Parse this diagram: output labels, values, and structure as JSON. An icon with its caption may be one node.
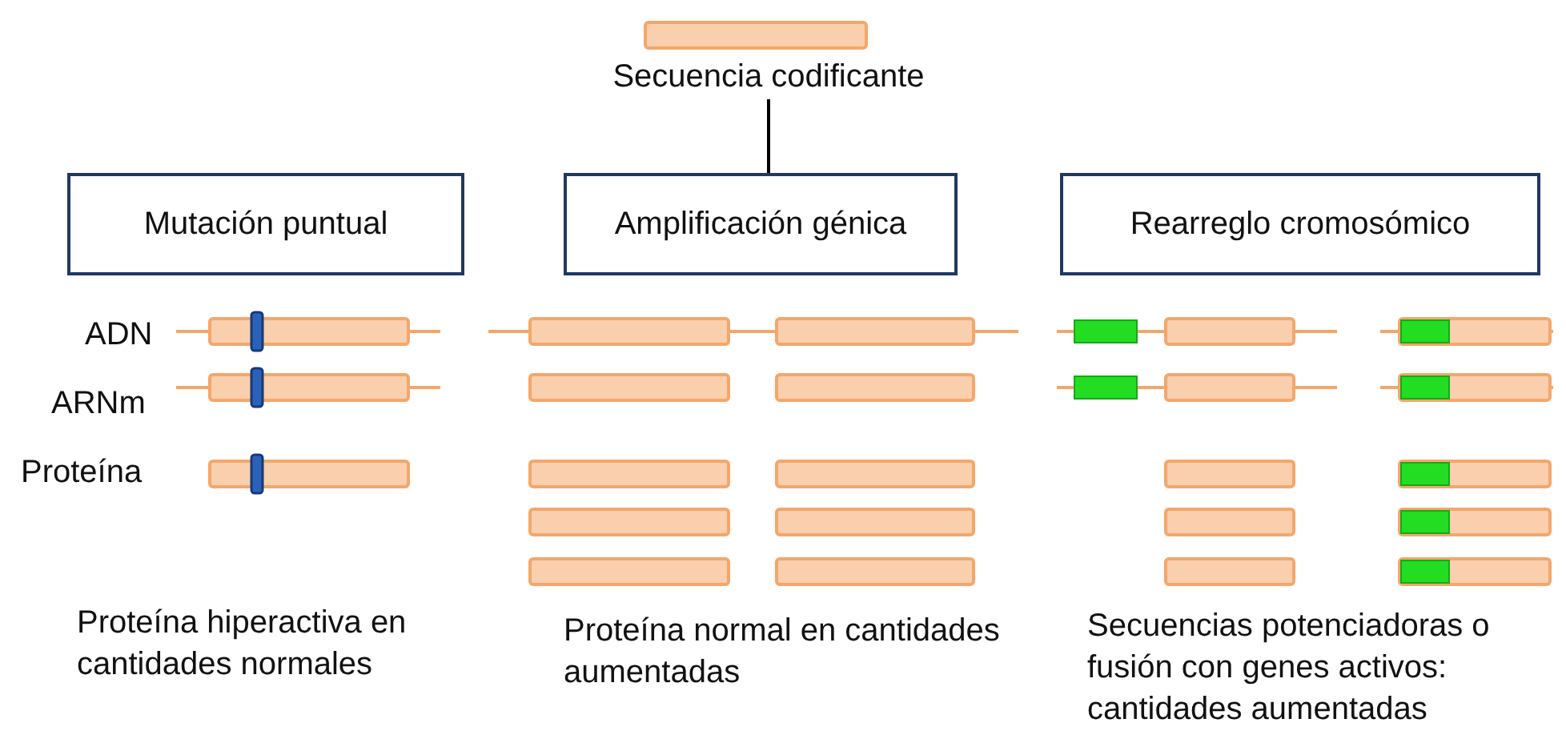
{
  "diagram": {
    "nodes": [
      {
        "text": [
          "Secuencia codificante"
        ]
      },
      {
        "text": [
          "Mutación puntual"
        ]
      },
      {
        "text": [
          "Amplificación génica"
        ]
      },
      {
        "text": [
          "Rearreglo cromosómico"
        ]
      }
    ],
    "edges": [
      {
        "from": 0,
        "to": 2,
        "arrow": "none"
      }
    ],
    "labels": [
      "ADN",
      "ARNm",
      "Proteína",
      "Proteína hiperactiva en cantidades normales",
      "Proteína normal en cantidades aumentadas",
      "Secuencias potenciadoras o fusión con genes activos: cantidades aumentadas"
    ]
  }
}
